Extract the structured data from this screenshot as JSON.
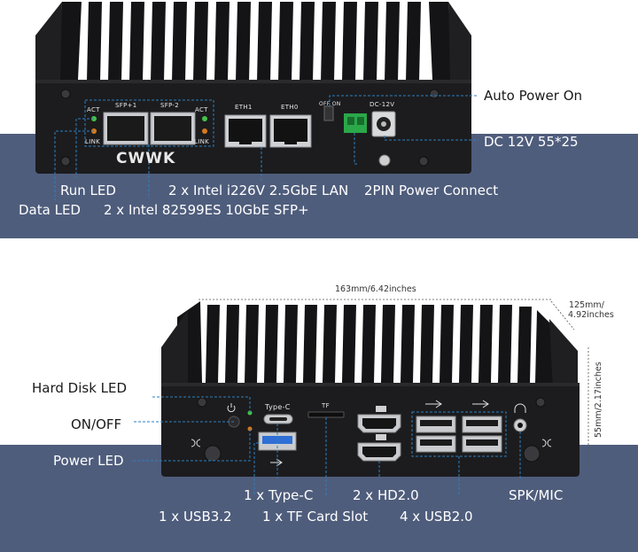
{
  "top_device": {
    "port_labels": {
      "sfp1": "SFP+1",
      "sfp2": "SFP-2",
      "act_left": "ACT",
      "act_right": "ACT",
      "link_left": "LINK",
      "link_right": "LINK",
      "eth1": "ETH1",
      "eth0": "ETH0",
      "off_on": "OFF ON",
      "dc_rating": "DC-12V"
    },
    "logo": "CWWK",
    "callouts": {
      "auto_power_on": "Auto Power On",
      "dc_jack": "DC 12V 55*25",
      "run_led": "Run LED",
      "data_led": "Data LED",
      "lan": "2 x Intel i226V 2.5GbE LAN",
      "sfp": "2 x Intel 82599ES 10GbE SFP+",
      "power_connect": "2PIN Power Connect"
    }
  },
  "bottom_device": {
    "dimensions": {
      "width": "163mm/6.42inches",
      "depth_line1": "125mm/",
      "depth_line2": "4.92inches",
      "height": "55mm/2.17inches"
    },
    "port_labels": {
      "type_c": "Type-C",
      "tf": "TF"
    },
    "callouts": {
      "hdd_led": "Hard Disk LED",
      "on_off": "ON/OFF",
      "power_led": "Power LED",
      "type_c": "1 x Type-C",
      "usb32": "1 x USB3.2",
      "tf_slot": "1 x TF Card Slot",
      "hdmi": "2 x HD2.0",
      "usb20": "4 x USB2.0",
      "spk_mic": "SPK/MIC"
    }
  },
  "colors": {
    "band": "#4f5d7c",
    "chassis": "#1c1c1e",
    "leader_line": "#2b7fc0",
    "terminal_green": "#2aa84a"
  }
}
